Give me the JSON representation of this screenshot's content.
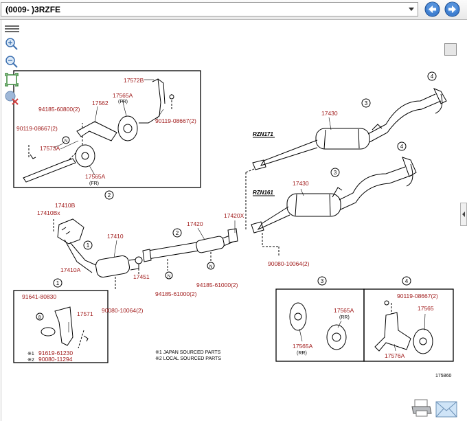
{
  "header": {
    "model_label": "(0009- )3RZFE"
  },
  "nav": {
    "back_icon": "arrow-left-icon",
    "forward_icon": "arrow-right-icon",
    "accent": "#2f6fc0"
  },
  "tools": [
    "menu-icon",
    "zoom-in-icon",
    "zoom-out-icon",
    "fit-icon",
    "clear-icon"
  ],
  "diagram": {
    "ref_number": "175860",
    "model_labels": [
      "RZN171",
      "RZN161"
    ],
    "notes": [
      "※1 JAPAN SOURCED PARTS",
      "※2 LOCAL SOURCED PARTS"
    ],
    "parts": {
      "p17572B": "17572B",
      "p17565A_fr": "17565A",
      "p94185_60800": "94185-60800(2)",
      "p17562": "17562",
      "p90119_08667_a": "90119-08667(2)",
      "p90119_08667_b": "90119-08667(2)",
      "p17573A": "17573A",
      "p17565A_fr2": "17565A",
      "p17410B": "17410B",
      "p17410Bx": "17410Bx",
      "p17410": "17410",
      "p17410A": "17410A",
      "p17451": "17451",
      "p90080_10064_a": "90080-10064(2)",
      "p94185_61000_a": "94185-61000(2)",
      "p94185_61000_b": "94185-61000(2)",
      "p17420": "17420",
      "p17420X": "17420X",
      "p90080_10064_b": "90080-10064(2)",
      "p17430_a": "17430",
      "p17430_b": "17430",
      "p91641_80830": "91641-80830",
      "p17571": "17571",
      "p91619_61230": "91619-61230",
      "p90080_11294": "90080-11294",
      "p17565A_rr": "17565A",
      "p17565A_rr2": "17565A",
      "p90119_08667_c": "90119-08667(2)",
      "p17565": "17565",
      "p17576A": "17576A"
    },
    "sub_labels": {
      "fr1": "(FR)",
      "fr2": "(FR)",
      "rr1": "(RR)",
      "rr2": "(RR)"
    },
    "callouts": {
      "c1": "1",
      "c2": "2",
      "c3": "3",
      "c4": "4",
      "mark_n": "N",
      "mark_b": "B",
      "mark_star1": "※1",
      "mark_star2": "※2"
    }
  }
}
